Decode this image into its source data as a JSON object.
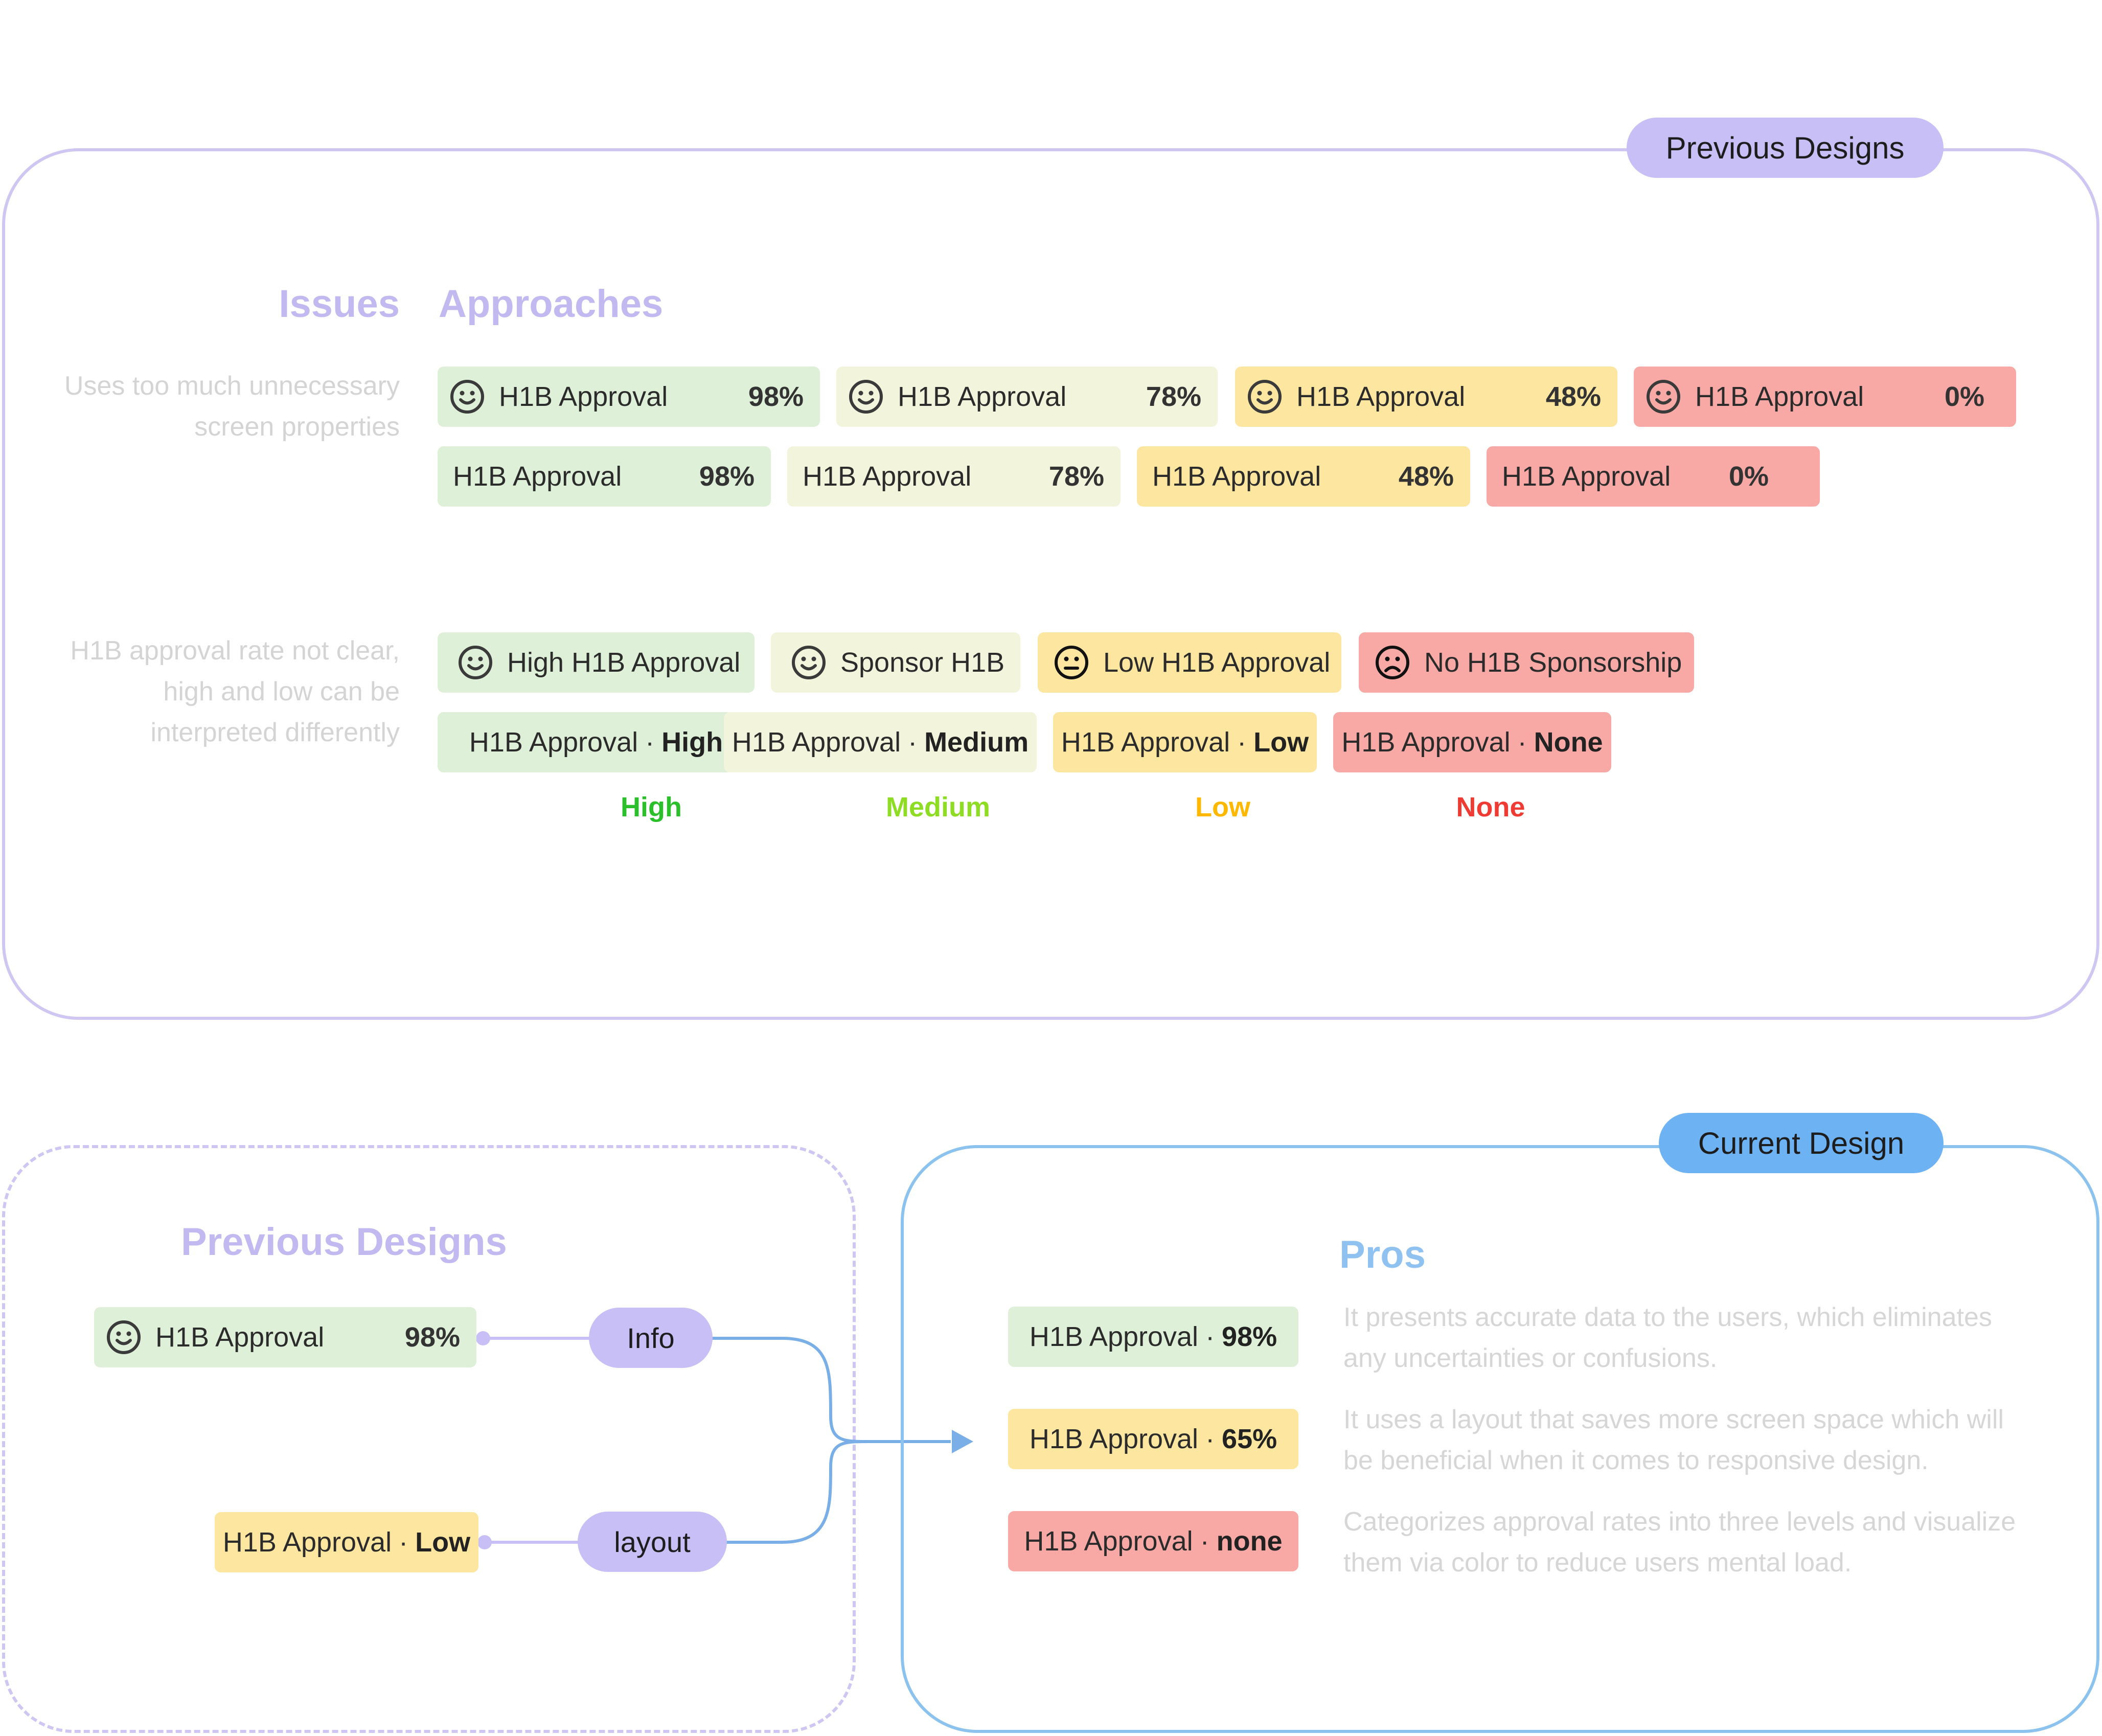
{
  "top": {
    "tag": "Previous Designs",
    "issues_heading": "Issues",
    "approaches_heading": "Approaches",
    "issue_1": "Uses too much unnecessary screen properties",
    "issue_2": "H1B approval rate not clear, high and low can be interpreted differently",
    "row1": [
      {
        "label": "H1B Approval",
        "value": "98%",
        "icon": "smile-icon",
        "color": "#dff0d8"
      },
      {
        "label": "H1B Approval",
        "value": "78%",
        "icon": "smile-icon",
        "color": "#f2f4dc"
      },
      {
        "label": "H1B Approval",
        "value": "48%",
        "icon": "smile-icon",
        "color": "#fde7a0"
      },
      {
        "label": "H1B Approval",
        "value": "0%",
        "icon": "smile-icon",
        "color": "#f8a9a5"
      }
    ],
    "row2": [
      {
        "label": "H1B Approval",
        "value": "98%",
        "color": "#dff0d8"
      },
      {
        "label": "H1B Approval",
        "value": "78%",
        "color": "#f2f4dc"
      },
      {
        "label": "H1B Approval",
        "value": "48%",
        "color": "#fde7a0"
      },
      {
        "label": "H1B Approval",
        "value": "0%",
        "color": "#f8a9a5"
      }
    ],
    "row3": [
      {
        "label": "High H1B Approval",
        "icon": "smile-icon",
        "color": "#dff0d8"
      },
      {
        "label": "Sponsor H1B",
        "icon": "smile-icon",
        "color": "#f2f4dc"
      },
      {
        "label": "Low H1B Approval",
        "icon": "neutral-face-icon",
        "color": "#fde7a0"
      },
      {
        "label": "No H1B Sponsorship",
        "icon": "frown-icon",
        "color": "#f8a9a5"
      }
    ],
    "row4": [
      {
        "label": "H1B Approval",
        "sep": "·",
        "level": "High",
        "color": "#dff0d8"
      },
      {
        "label": "H1B Approval",
        "sep": "·",
        "level": "Medium",
        "color": "#f2f4dc"
      },
      {
        "label": "H1B Approval",
        "sep": "·",
        "level": "Low",
        "color": "#fde7a0"
      },
      {
        "label": "H1B Approval",
        "sep": "·",
        "level": "None",
        "color": "#f8a9a5"
      }
    ],
    "legend": [
      {
        "label": "High",
        "color": "#2bc02b"
      },
      {
        "label": "Medium",
        "color": "#8fdc25"
      },
      {
        "label": "Low",
        "color": "#ffb800"
      },
      {
        "label": "None",
        "color": "#ee3b34"
      }
    ]
  },
  "bottom_left": {
    "heading": "Previous Designs",
    "pill_1": {
      "label": "H1B Approval",
      "value": "98%",
      "icon": "smile-icon"
    },
    "pill_2": {
      "label": "H1B Approval",
      "sep": "·",
      "level": "Low"
    },
    "node_1": "Info",
    "node_2": "layout"
  },
  "current": {
    "tag": "Current Design",
    "pros_heading": "Pros",
    "pills": [
      {
        "label": "H1B Approval",
        "sep": "·",
        "value": "98%",
        "color": "#dff0d8"
      },
      {
        "label": "H1B Approval",
        "sep": "·",
        "value": "65%",
        "color": "#fde7a0"
      },
      {
        "label": "H1B Approval",
        "sep": "·",
        "value": "none",
        "color": "#f8a9a5"
      }
    ],
    "pros": [
      "It presents accurate data to the users, which eliminates any uncertainties or confusions.",
      "It uses a layout that saves more screen space which will be beneficial when it comes to responsive design.",
      "Categorizes approval rates into three levels and visualize them via color to reduce users mental load."
    ]
  },
  "colors": {
    "purple_accent": "#c7bff5",
    "purple_heading": "#c3b9f1",
    "blue_accent": "#6db3f3",
    "blue_heading": "#8fc2f0",
    "connector_purple": "#c7bff5",
    "connector_blue": "#7aaee6"
  }
}
